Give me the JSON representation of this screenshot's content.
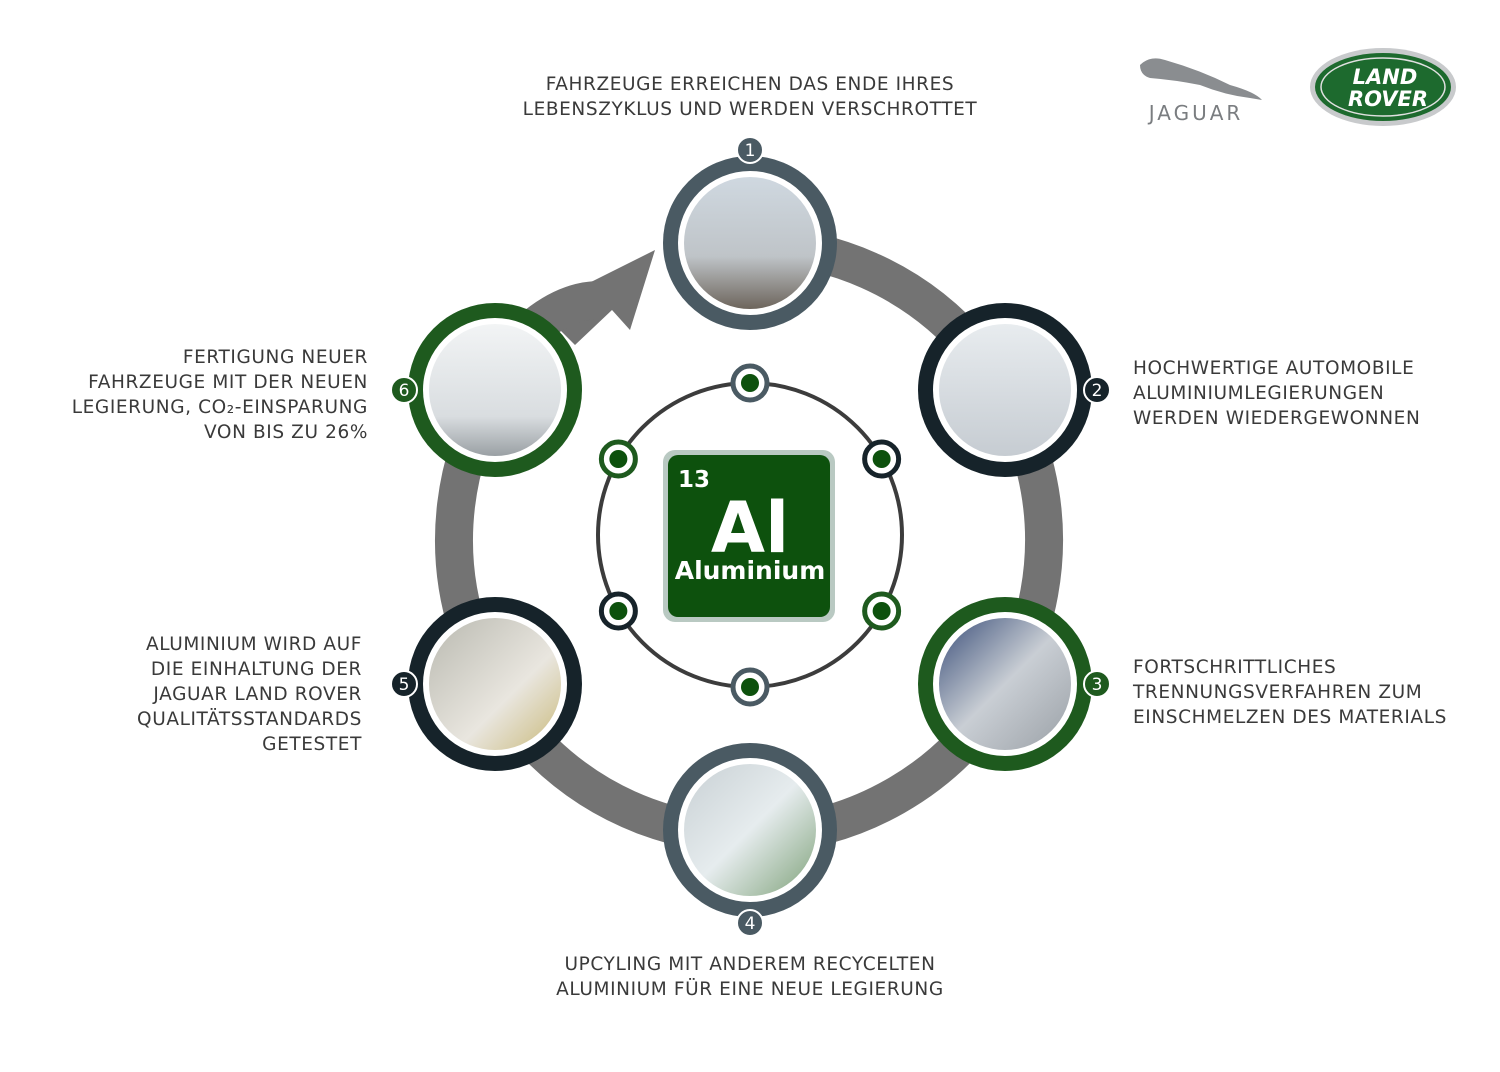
{
  "steps": [
    {
      "number": "1",
      "text": "FAHRZEUGE ERREICHEN DAS ENDE IHRES\nLEBENSZYKLUS UND WERDEN VERSCHROTTET",
      "ring_color": "#4a5a63",
      "image": "scrap-crane"
    },
    {
      "number": "2",
      "text": "HOCHWERTIGE AUTOMOBILE\nALUMINIUMLEGIERUNGEN\nWERDEN WIEDERGEWONNEN",
      "ring_color": "#16232a",
      "image": "car-lift-workshop"
    },
    {
      "number": "3",
      "text": "FORTSCHRITTLICHES\nTRENNUNGSVERFAHREN ZUM\nEINSCHMELZEN DES MATERIALS",
      "ring_color": "#1e5a1e",
      "image": "molten-aluminium"
    },
    {
      "number": "4",
      "text": "UPCYLING MIT ANDEREM RECYCELTEN\nALUMINIUM FÜR EINE NEUE LEGIERUNG",
      "ring_color": "#4a5a63",
      "image": "aluminium-cans"
    },
    {
      "number": "5",
      "text": "ALUMINIUM WIRD AUF\nDIE EINHALTUNG DER\nJAGUAR LAND ROVER\nQUALITÄTSSTANDARDS\nGETESTET",
      "ring_color": "#16232a",
      "image": "aluminium-coil"
    },
    {
      "number": "6",
      "text": "FERTIGUNG NEUER\nFAHRZEUGE MIT DER NEUEN\nLEGIERUNG, CO₂-EINSPARUNG\nVON BIS ZU 26%",
      "ring_color": "#1e5a1e",
      "image": "new-car"
    }
  ],
  "element": {
    "number": "13",
    "symbol": "Al",
    "name": "Aluminium",
    "color": "#0d510d"
  },
  "logos": {
    "jaguar": "JAGUAR",
    "land_rover_1": "LAND",
    "land_rover_2": "ROVER"
  },
  "colors": {
    "ring": "#737373",
    "inner_ring": "#3c3c3c",
    "green": "#0d510d"
  }
}
